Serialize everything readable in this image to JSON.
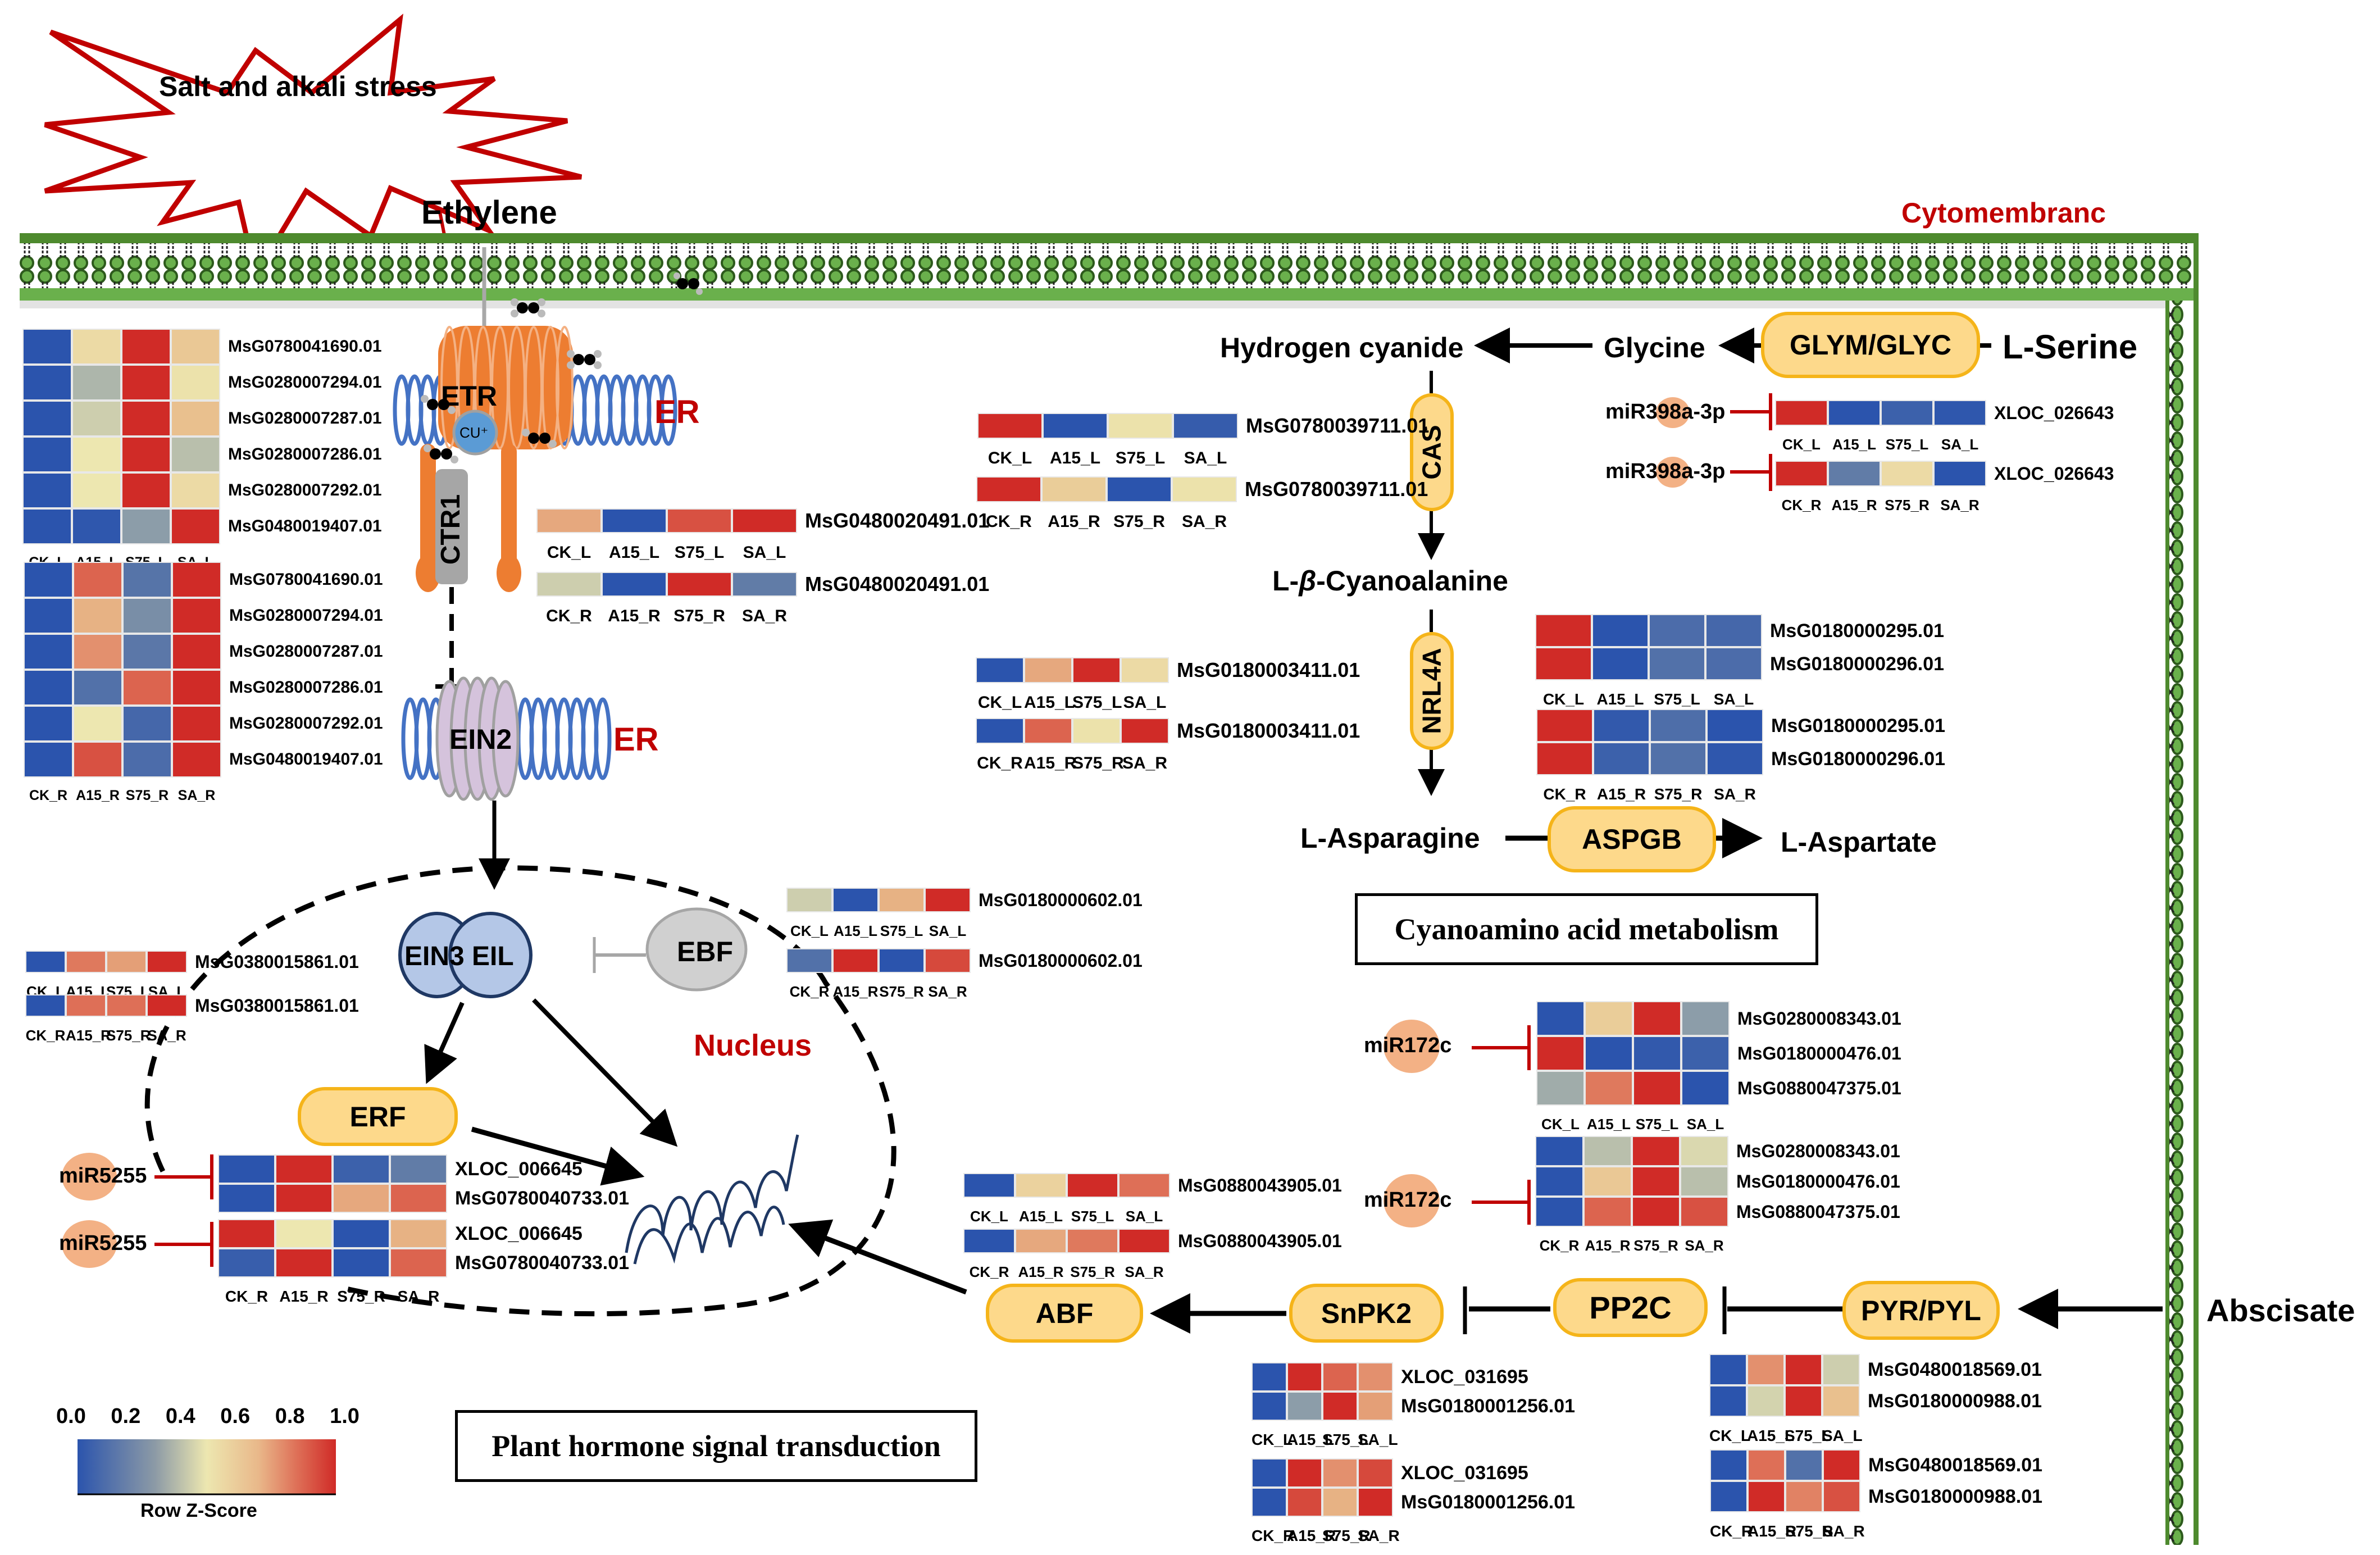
{
  "colorscale": {
    "title": "Row Z-Score",
    "ticks": [
      "0.0",
      "0.2",
      "0.4",
      "0.6",
      "0.8",
      "1.0"
    ],
    "stops": [
      "#2b54ad",
      "#6c84a6",
      "#ede7b0",
      "#e9c08e",
      "#de6f57",
      "#d02b27"
    ]
  },
  "labels": {
    "stress": "Salt and alkali stress",
    "ethylene": "Ethylene",
    "cytomembrane": "Cytomembranc",
    "er1": "ER",
    "er2": "ER",
    "etr": "ETR",
    "cu": "CU⁺",
    "ctr1": "CTR1",
    "ein2": "EIN2",
    "ein3": "EIN3",
    "eil": "EIL",
    "ebf": "EBF",
    "nucleus": "Nucleus",
    "erf": "ERF",
    "abf": "ABF",
    "snpk2": "SnPK2",
    "pp2c": "PP2C",
    "pyr": "PYR/PYL",
    "abscisate": "Abscisate",
    "hydrogen_cyanide": "Hydrogen cyanide",
    "glycine": "Glycine",
    "glym": "GLYM/GLYC",
    "serine": "L-Serine",
    "cas": "CAS",
    "cyanoalanine_pre": "L-",
    "cyanoalanine_beta": "β",
    "cyanoalanine_post": "-Cyanoalanine",
    "nrl4a": "NRL4A",
    "asparagine": "L-Asparagine",
    "aspgb": "ASPGB",
    "aspartate": "L-Aspartate",
    "box_cyano": "Cyanoamino acid metabolism",
    "box_hormone": "Plant hormone signal transduction"
  },
  "mirnas": {
    "mir398_1": "miR398a-3p",
    "mir398_2": "miR398a-3p",
    "mir5255_1": "miR5255",
    "mir5255_2": "miR5255",
    "mir172_1": "miR172c",
    "mir172_2": "miR172c"
  },
  "heatmaps": [
    {
      "id": "etr_L",
      "cols": [
        "CK_L",
        "A15_L",
        "S75_L",
        "SA_L"
      ],
      "rows": [
        "MsG0780041690.01",
        "MsG0280007294.01",
        "MsG0280007287.01",
        "MsG0280007286.01",
        "MsG0280007292.01",
        "MsG0480019407.01"
      ],
      "values": [
        [
          0,
          0.55,
          1,
          0.62
        ],
        [
          0,
          0.4,
          1,
          0.52
        ],
        [
          0,
          0.45,
          1,
          0.65
        ],
        [
          0,
          0.5,
          1,
          0.42
        ],
        [
          0,
          0.5,
          1,
          0.55
        ],
        [
          0,
          0.02,
          0.35,
          1
        ]
      ]
    },
    {
      "id": "etr_R",
      "cols": [
        "CK_R",
        "A15_R",
        "S75_R",
        "SA_R"
      ],
      "rows": [
        "MsG0780041690.01",
        "MsG0280007294.01",
        "MsG0280007287.01",
        "MsG0280007286.01",
        "MsG0280007292.01",
        "MsG0480019407.01"
      ],
      "values": [
        [
          0,
          0.85,
          0.2,
          1
        ],
        [
          0,
          0.68,
          0.32,
          1
        ],
        [
          0,
          0.75,
          0.22,
          1
        ],
        [
          0,
          0.18,
          0.85,
          1
        ],
        [
          0,
          0.5,
          0.12,
          1
        ],
        [
          0,
          0.9,
          0.15,
          1
        ]
      ]
    },
    {
      "id": "ctr1_L",
      "cols": [
        "CK_L",
        "A15_L",
        "S75_L",
        "SA_L"
      ],
      "rows": [
        "MsG0480020491.01"
      ],
      "values": [
        [
          0.7,
          0,
          0.9,
          1
        ]
      ]
    },
    {
      "id": "ctr1_R",
      "cols": [
        "CK_R",
        "A15_R",
        "S75_R",
        "SA_R"
      ],
      "rows": [
        "MsG0480020491.01"
      ],
      "values": [
        [
          0.45,
          0,
          1,
          0.25
        ]
      ]
    },
    {
      "id": "cas_L",
      "cols": [
        "CK_L",
        "A15_L",
        "S75_L",
        "SA_L"
      ],
      "rows": [
        "MsG0780039711.01"
      ],
      "values": [
        [
          1,
          0,
          0.52,
          0.05
        ]
      ]
    },
    {
      "id": "cas_R",
      "cols": [
        "CK_R",
        "A15_R",
        "S75_R",
        "SA_R"
      ],
      "rows": [
        "MsG0780039711.01"
      ],
      "values": [
        [
          1,
          0.6,
          0,
          0.52
        ]
      ]
    },
    {
      "id": "glym_L",
      "cols": [
        "CK_L",
        "A15_L",
        "S75_L",
        "SA_L"
      ],
      "rows": [
        "XLOC_026643"
      ],
      "values": [
        [
          1,
          0,
          0.08,
          0.02
        ]
      ]
    },
    {
      "id": "glym_R",
      "cols": [
        "CK_R",
        "A15_R",
        "S75_R",
        "SA_R"
      ],
      "rows": [
        "XLOC_026643"
      ],
      "values": [
        [
          1,
          0.25,
          0.55,
          0
        ]
      ]
    },
    {
      "id": "nrl_L",
      "cols": [
        "CK_L",
        "A15_L",
        "S75_L",
        "SA_L"
      ],
      "rows": [
        "MsG0180003411.01"
      ],
      "values": [
        [
          0,
          0.7,
          1,
          0.55
        ]
      ]
    },
    {
      "id": "nrl_R",
      "cols": [
        "CK_R",
        "A15_R",
        "S75_R",
        "SA_R"
      ],
      "rows": [
        "MsG0180003411.01"
      ],
      "values": [
        [
          0,
          0.85,
          0.52,
          1
        ]
      ]
    },
    {
      "id": "nrl2_L",
      "cols": [
        "CK_L",
        "A15_L",
        "S75_L",
        "SA_L"
      ],
      "rows": [
        "MsG0180000295.01",
        "MsG0180000296.01"
      ],
      "values": [
        [
          1,
          0,
          0.15,
          0.12
        ],
        [
          1,
          0,
          0.18,
          0.15
        ]
      ]
    },
    {
      "id": "nrl2_R",
      "cols": [
        "CK_R",
        "A15_R",
        "S75_R",
        "SA_R"
      ],
      "rows": [
        "MsG0180000295.01",
        "MsG0180000296.01"
      ],
      "values": [
        [
          1,
          0.03,
          0.16,
          0
        ],
        [
          1,
          0.08,
          0.18,
          0.02
        ]
      ]
    },
    {
      "id": "ebf_L",
      "cols": [
        "CK_L",
        "A15_L",
        "S75_L",
        "SA_L"
      ],
      "rows": [
        "MsG0180000602.01"
      ],
      "values": [
        [
          0.45,
          0,
          0.68,
          1
        ]
      ]
    },
    {
      "id": "ebf_R",
      "cols": [
        "CK_R",
        "A15_R",
        "S75_R",
        "SA_R"
      ],
      "rows": [
        "MsG0180000602.01"
      ],
      "values": [
        [
          0.18,
          1,
          0,
          0.92
        ]
      ]
    },
    {
      "id": "ein3_L",
      "cols": [
        "CK_L",
        "A15_L",
        "S75_L",
        "SA_L"
      ],
      "rows": [
        "MsG0380015861.01"
      ],
      "values": [
        [
          0,
          0.8,
          0.72,
          1
        ]
      ]
    },
    {
      "id": "ein3_R",
      "cols": [
        "CK_R",
        "A15_R",
        "S75_R",
        "SA_R"
      ],
      "rows": [
        "MsG0380015861.01"
      ],
      "values": [
        [
          0,
          0.82,
          0.82,
          1
        ]
      ]
    },
    {
      "id": "erf_L",
      "cols": [
        "CK_L",
        "A15_L",
        "S75_L",
        "SA_L"
      ],
      "rows": [
        "XLOC_006645",
        "MsG0780040733.01"
      ],
      "values": [
        [
          0,
          1,
          0.08,
          0.25
        ],
        [
          0,
          1,
          0.7,
          0.85
        ]
      ]
    },
    {
      "id": "erf_R",
      "cols": [
        "CK_R",
        "A15_R",
        "S75_R",
        "SA_R"
      ],
      "rows": [
        "XLOC_006645",
        "MsG0780040733.01"
      ],
      "values": [
        [
          1,
          0.5,
          0,
          0.68
        ],
        [
          0.06,
          1,
          0,
          0.85
        ]
      ]
    },
    {
      "id": "abf_L",
      "cols": [
        "CK_L",
        "A15_L",
        "S75_L",
        "SA_L"
      ],
      "rows": [
        "MsG0880043905.01"
      ],
      "values": [
        [
          0,
          0.58,
          1,
          0.82
        ]
      ]
    },
    {
      "id": "abf_R",
      "cols": [
        "CK_R",
        "A15_R",
        "S75_R",
        "SA_R"
      ],
      "rows": [
        "MsG0880043905.01"
      ],
      "values": [
        [
          0,
          0.7,
          0.8,
          1
        ]
      ]
    },
    {
      "id": "pp2c_L",
      "cols": [
        "CK_L",
        "A15_L",
        "S75_L",
        "SA_L"
      ],
      "rows": [
        "MsG0280008343.01",
        "MsG0180000476.01",
        "MsG0880047375.01"
      ],
      "values": [
        [
          0,
          0.6,
          1,
          0.35
        ],
        [
          1,
          0,
          0.03,
          0.08
        ],
        [
          0.38,
          0.8,
          1,
          0
        ]
      ]
    },
    {
      "id": "pp2c_R",
      "cols": [
        "CK_R",
        "A15_R",
        "S75_R",
        "SA_R"
      ],
      "rows": [
        "MsG0280008343.01",
        "MsG0180000476.01",
        "MsG0880047375.01"
      ],
      "values": [
        [
          0,
          0.42,
          1,
          0.47
        ],
        [
          0,
          0.62,
          1,
          0.42
        ],
        [
          0,
          0.85,
          1,
          0.9
        ]
      ]
    },
    {
      "id": "snpk_L",
      "cols": [
        "CK_L",
        "A15_L",
        "S75_L",
        "SA_L"
      ],
      "rows": [
        "XLOC_031695",
        "MsG0180001256.01"
      ],
      "values": [
        [
          0,
          1,
          0.85,
          0.75
        ],
        [
          0,
          0.35,
          1,
          0.72
        ]
      ]
    },
    {
      "id": "snpk_R",
      "cols": [
        "CK_R",
        "A15_R",
        "S75_R",
        "SA_R"
      ],
      "rows": [
        "XLOC_031695",
        "MsG0180001256.01"
      ],
      "values": [
        [
          0,
          1,
          0.75,
          0.92
        ],
        [
          0,
          0.92,
          0.68,
          1
        ]
      ]
    },
    {
      "id": "pyr_L",
      "cols": [
        "CK_L",
        "A15_L",
        "S75_L",
        "SA_L"
      ],
      "rows": [
        "MsG0480018569.01",
        "MsG0180000988.01"
      ],
      "values": [
        [
          0,
          0.75,
          1,
          0.45
        ],
        [
          0,
          0.46,
          1,
          0.65
        ]
      ]
    },
    {
      "id": "pyr_R",
      "cols": [
        "CK_R",
        "A15_R",
        "S75_R",
        "SA_R"
      ],
      "rows": [
        "MsG0480018569.01",
        "MsG0180000988.01"
      ],
      "values": [
        [
          0,
          0.82,
          0.18,
          1
        ],
        [
          0,
          1,
          0.78,
          0.9
        ]
      ]
    }
  ]
}
